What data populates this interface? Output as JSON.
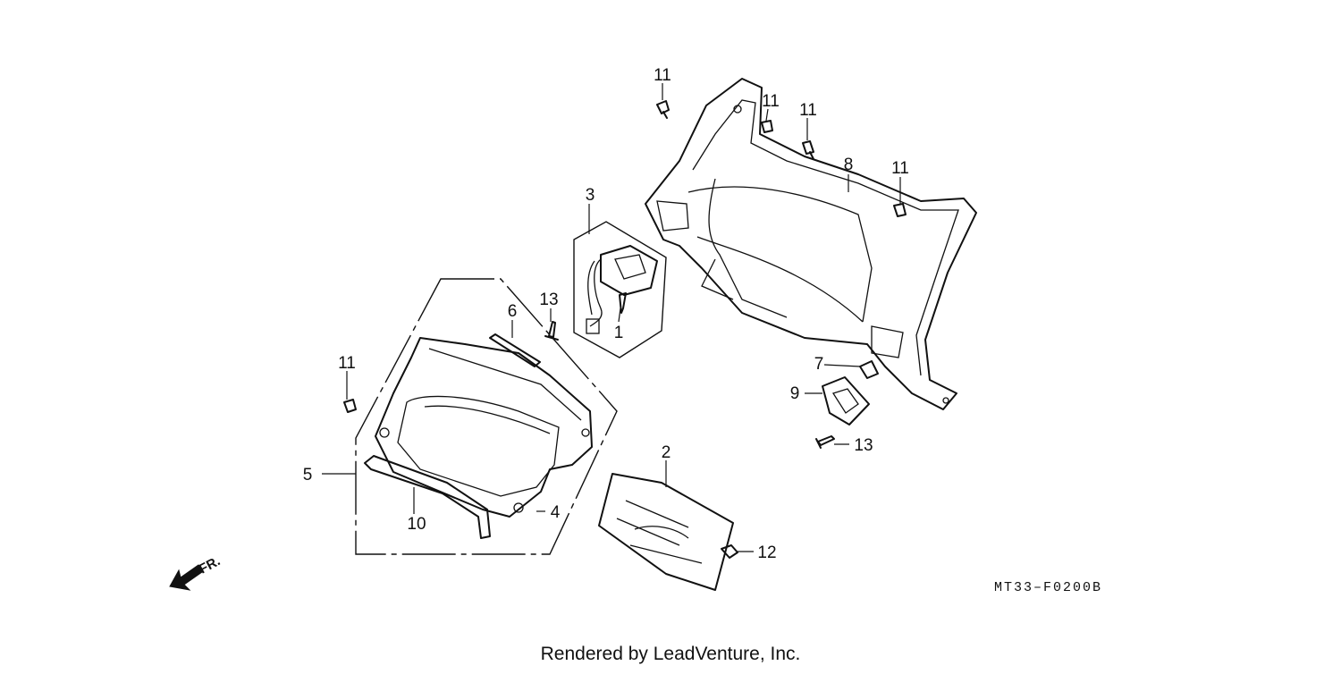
{
  "diagram": {
    "callouts": {
      "p1": "1",
      "p2": "2",
      "p3": "3",
      "p4": "4",
      "p5": "5",
      "p6": "6",
      "p7": "7",
      "p8": "8",
      "p9": "9",
      "p10": "10",
      "p11": "11",
      "p12": "12",
      "p13": "13"
    },
    "front_indicator": "FR.",
    "diagram_code": "MT33–F0200B",
    "credit": "Rendered by LeadVenture, Inc."
  }
}
